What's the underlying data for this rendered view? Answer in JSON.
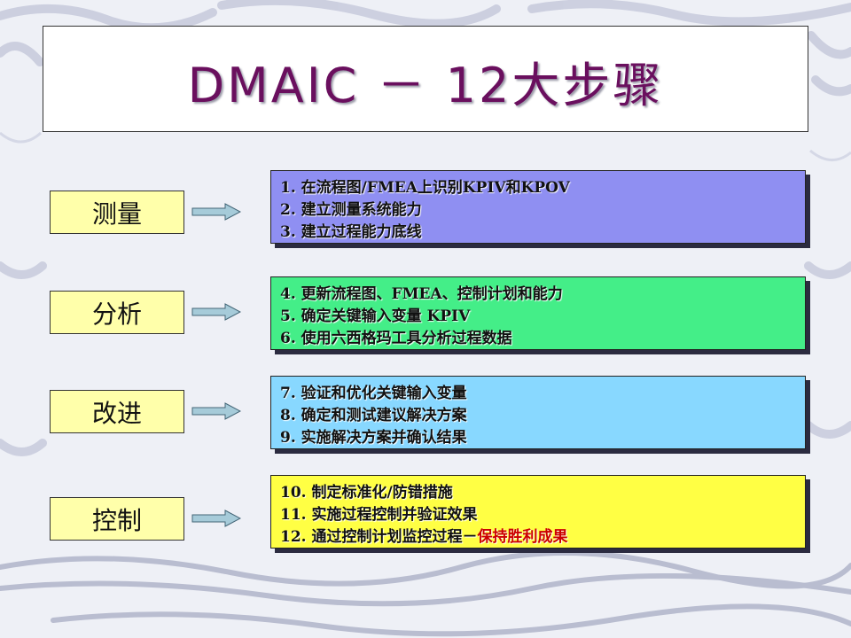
{
  "title": "DMAIC － 12大步骤",
  "colors": {
    "background": "#eef0f6",
    "title": "#6a0f5e",
    "phase_fill": "#ffffaa",
    "arrow_fill": "#a6cbd9",
    "measure_box": "#8f8ff2",
    "analyze_box": "#44ee88",
    "improve_box": "#88d8ff",
    "control_box": "#ffff44",
    "highlight": "#cc0000"
  },
  "phases": [
    {
      "label": "测量",
      "box_color": "#8f8ff2",
      "steps": [
        "1. 在流程图/FMEA上识别KPIV和KPOV",
        "2. 建立测量系统能力",
        "3. 建立过程能力底线"
      ]
    },
    {
      "label": "分析",
      "box_color": "#44ee88",
      "steps": [
        "4. 更新流程图、FMEA、控制计划和能力",
        "5. 确定关键输入变量 KPIV",
        "6. 使用六西格玛工具分析过程数据"
      ]
    },
    {
      "label": "改进",
      "box_color": "#88d8ff",
      "steps": [
        "7. 验证和优化关键输入变量",
        "8. 确定和测试建议解决方案",
        "9. 实施解决方案并确认结果"
      ]
    },
    {
      "label": "控制",
      "box_color": "#ffff44",
      "steps": [
        "10. 制定标准化/防错措施",
        "11. 实施过程控制并验证效果",
        "12. 通过控制计划监控过程－"
      ],
      "last_highlight": "保持胜利成果"
    }
  ]
}
